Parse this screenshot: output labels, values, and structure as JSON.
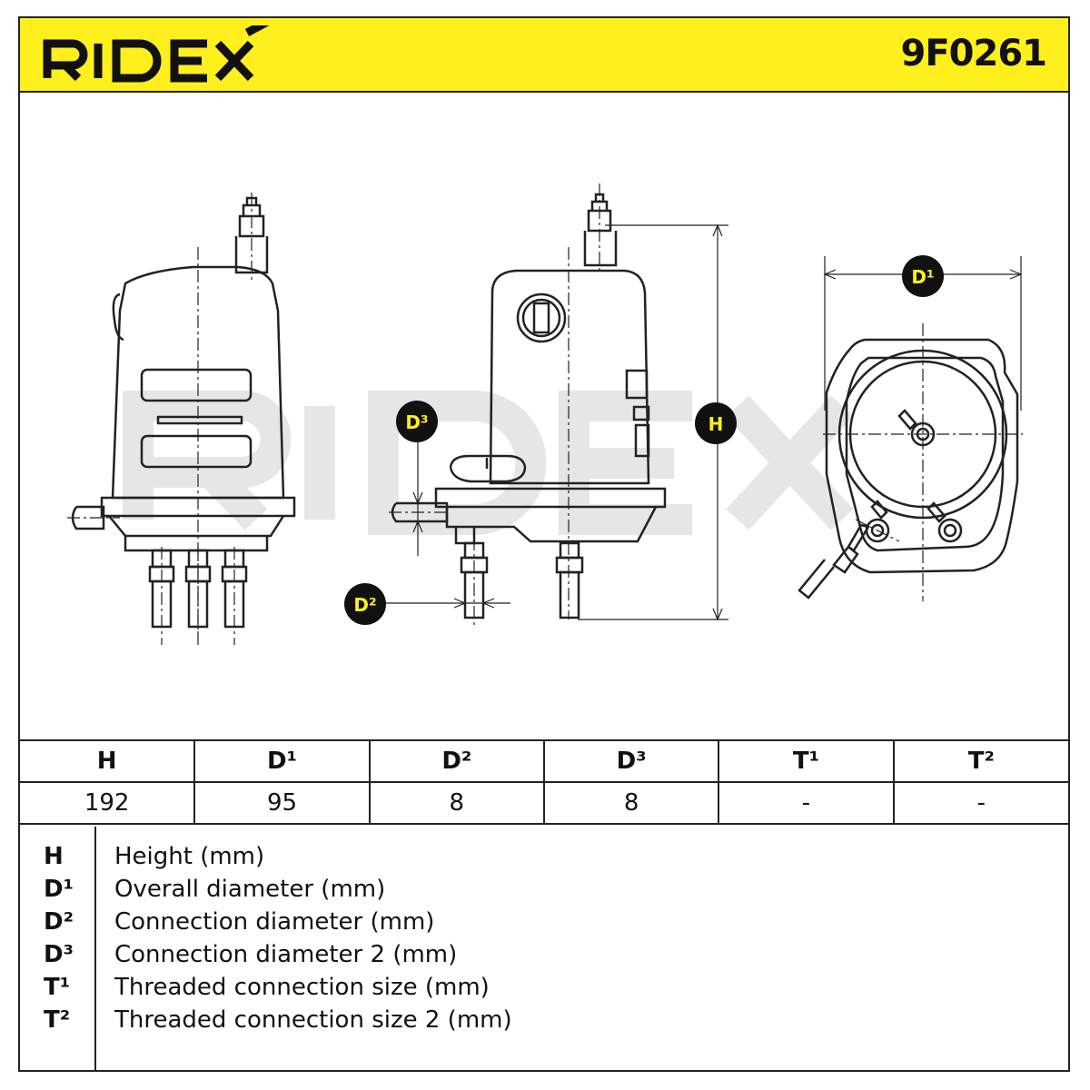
{
  "brand": "RIDEX",
  "part_number": "9F0261",
  "colors": {
    "header": "#ffef1c",
    "line": "#222222",
    "watermark": "#e6e6e6",
    "badge": "#111111",
    "badge_text": "#ffef1c"
  },
  "callouts": {
    "h": "H",
    "d1": "D¹",
    "d2": "D²",
    "d3": "D³"
  },
  "table": {
    "headers": [
      "H",
      "D¹",
      "D²",
      "D³",
      "T¹",
      "T²"
    ],
    "values": [
      "192",
      "95",
      "8",
      "8",
      "-",
      "-"
    ]
  },
  "legend": [
    {
      "symbol": "H",
      "description": "Height (mm)"
    },
    {
      "symbol": "D¹",
      "description": "Overall diameter (mm)"
    },
    {
      "symbol": "D²",
      "description": "Connection diameter (mm)"
    },
    {
      "symbol": "D³",
      "description": "Connection diameter 2 (mm)"
    },
    {
      "symbol": "T¹",
      "description": "Threaded connection size (mm)"
    },
    {
      "symbol": "T²",
      "description": "Threaded connection size 2 (mm)"
    }
  ]
}
